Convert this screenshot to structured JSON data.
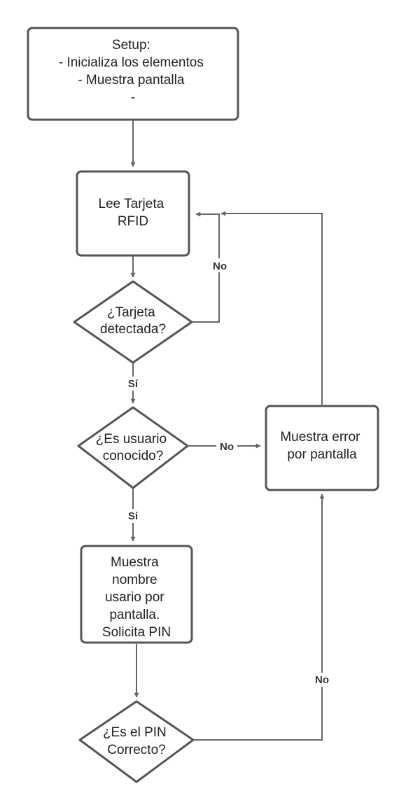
{
  "diagram": {
    "nodes": {
      "setup": {
        "lines": [
          "Setup:",
          "- Inicializa los elementos",
          "- Muestra pantalla",
          "-"
        ]
      },
      "read_card": {
        "lines": [
          "Lee Tarjeta",
          "RFID"
        ]
      },
      "card_detected": {
        "lines": [
          "¿Tarjeta",
          "detectada?"
        ]
      },
      "known_user": {
        "lines": [
          "¿Es usuario",
          "conocido?"
        ]
      },
      "show_error": {
        "lines": [
          "Muestra error",
          "por pantalla"
        ]
      },
      "show_name": {
        "lines": [
          "Muestra",
          "nombre",
          "usario por",
          "pantalla.",
          "Solicita PIN"
        ]
      },
      "pin_correct": {
        "lines": [
          "¿Es el PIN",
          "Correcto?"
        ]
      }
    },
    "edge_labels": {
      "card_no": "No",
      "card_yes": "Sí",
      "user_no": "No",
      "user_yes": "Sí",
      "pin_no": "No"
    }
  }
}
